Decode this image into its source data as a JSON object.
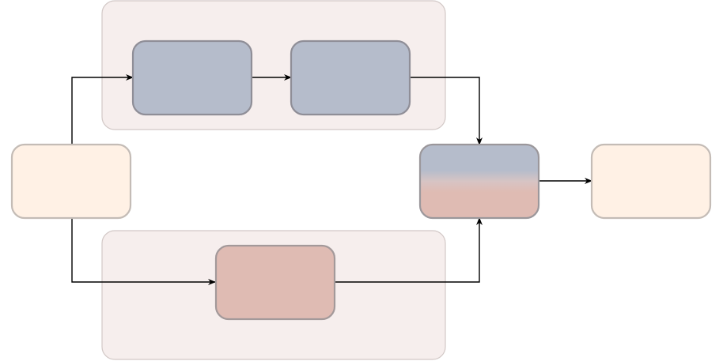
{
  "diagram": {
    "colors": {
      "background": "#ffffff",
      "group_fill": "#f6eeed",
      "group_stroke": "#d2c8c6",
      "node_input_fill": "#fff1e5",
      "node_input_stroke": "#c4bcb6",
      "node_blue_fill": "#b5bccb",
      "node_blue_stroke": "#8f8e97",
      "node_pink_fill": "#dfbbb3",
      "node_pink_stroke": "#a3999a",
      "node_output_fill": "#fff1e5",
      "node_output_stroke": "#c4bcb6",
      "arrow": "#000000"
    },
    "groups": [
      {
        "id": "top-group",
        "label": ""
      },
      {
        "id": "bottom-group",
        "label": ""
      }
    ],
    "nodes": [
      {
        "id": "input-node",
        "label": "",
        "style": "input"
      },
      {
        "id": "top-block-1",
        "label": "",
        "style": "blue"
      },
      {
        "id": "top-block-2",
        "label": "",
        "style": "blue"
      },
      {
        "id": "bottom-block",
        "label": "",
        "style": "pink"
      },
      {
        "id": "merge-node",
        "label": "",
        "style": "blue-to-pink-gradient"
      },
      {
        "id": "output-node",
        "label": "",
        "style": "output"
      }
    ],
    "edges": [
      {
        "from": "input-node",
        "to": "top-block-1"
      },
      {
        "from": "top-block-1",
        "to": "top-block-2"
      },
      {
        "from": "top-block-2",
        "to": "merge-node"
      },
      {
        "from": "input-node",
        "to": "bottom-block"
      },
      {
        "from": "bottom-block",
        "to": "merge-node"
      },
      {
        "from": "merge-node",
        "to": "output-node"
      }
    ]
  }
}
